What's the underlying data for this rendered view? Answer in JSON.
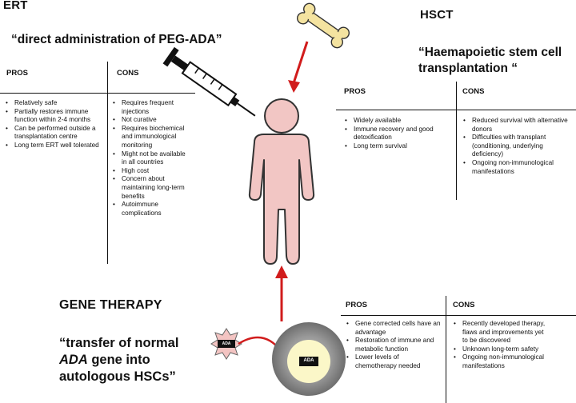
{
  "ert": {
    "title": "ERT",
    "quote": "“direct administration of PEG-ADA”",
    "pros_header": "PROS",
    "cons_header": "CONS",
    "pros": [
      "Relatively safe",
      "Partially restores immune function within 2-4 months",
      "Can be performed outside a transplantation centre",
      "Long term ERT well tolerated"
    ],
    "cons": [
      "Requires frequent injections",
      "Not curative",
      "Requires biochemical and immunological monitoring",
      "Might not be available in all countries",
      "High cost",
      "Concern about maintaining long-term benefits",
      "Autoimmune complications"
    ]
  },
  "hsct": {
    "title": "HSCT",
    "quote": "“Haemapoietic stem cell transplantation “",
    "pros_header": "PROS",
    "cons_header": "CONS",
    "pros": [
      "Widely available",
      "Immune recovery and good detoxification",
      "Long term survival"
    ],
    "cons": [
      "Reduced survival with alternative donors",
      "Difficulties with transplant (conditioning, underlying deficiency)",
      "Ongoing non-immunological manifestations"
    ]
  },
  "gene": {
    "title": "GENE THERAPY",
    "quote_line1": "“transfer of normal",
    "quote_italic": "ADA",
    "quote_line2_rest": " gene into",
    "quote_line3": "autologous HSCs”",
    "pros_header": "PROS",
    "cons_header": "CONS",
    "pros": [
      "Gene corrected cells have an advantage",
      "Restoration of immune and metabolic function",
      "Lower levels of chemotherapy needed"
    ],
    "cons": [
      "Recently developed therapy, flaws and improvements yet to be discovered",
      "Unknown long-term safety",
      "Ongoing non-immunological manifestations"
    ]
  },
  "illustration": {
    "ada_label_star": "ADA",
    "ada_label_cell": "ADA",
    "colors": {
      "body_fill": "#f2c6c4",
      "arrow": "#d11c1c",
      "bone": "#f4e3a0",
      "cell_outer": "#7a7a7a",
      "cell_inner": "#fbf7c8",
      "star_fill": "#f3c4c2"
    }
  }
}
